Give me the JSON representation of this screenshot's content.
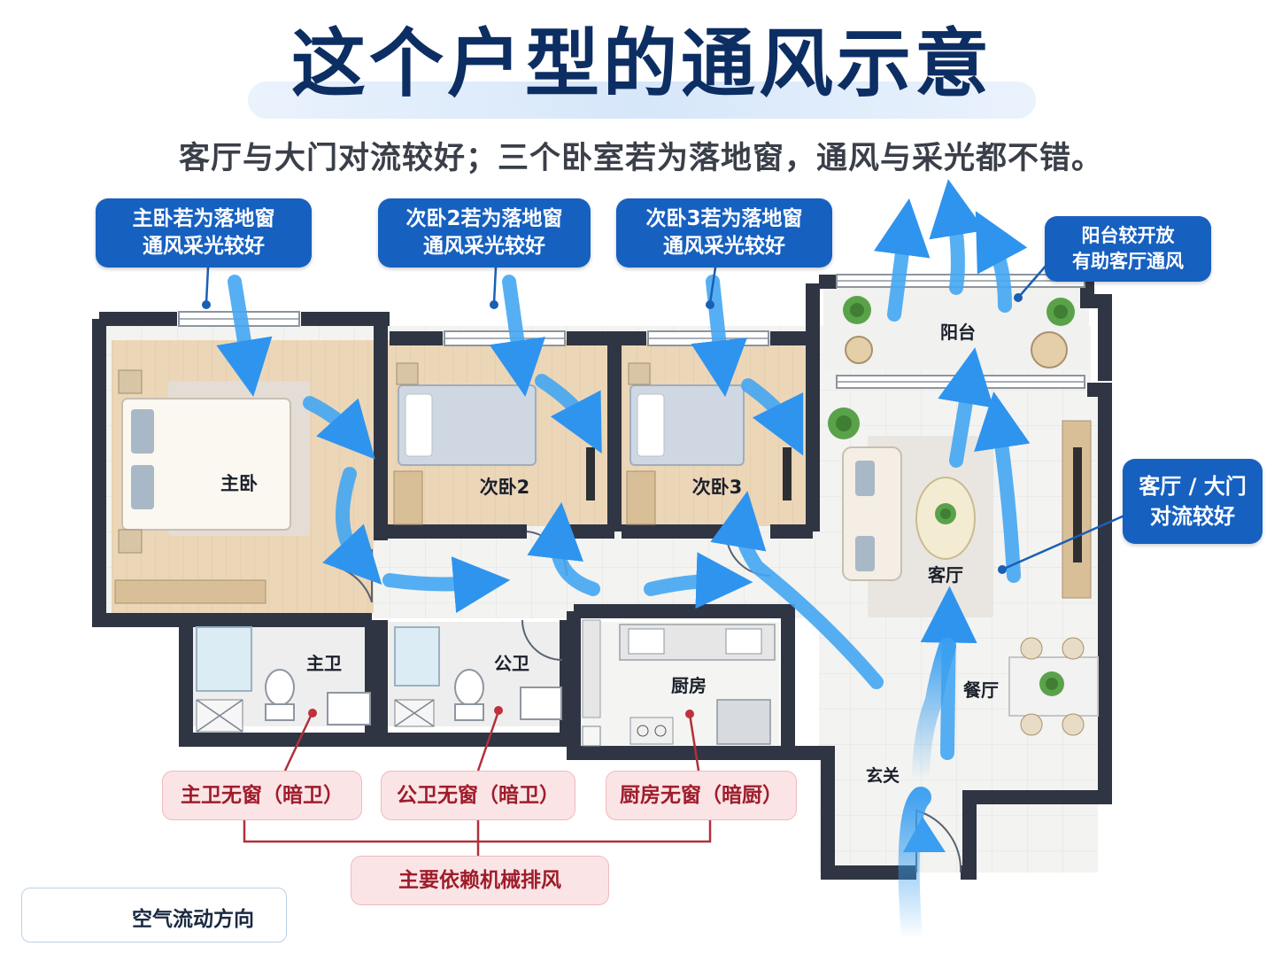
{
  "title": "这个户型的通风示意",
  "subtitle": "客厅与大门对流较好；三个卧室若为落地窗，通风与采光都不错。",
  "callouts": {
    "master": [
      "主卧若为落地窗",
      "通风采光较好"
    ],
    "bed2": [
      "次卧2若为落地窗",
      "通风采光较好"
    ],
    "bed3": [
      "次卧3若为落地窗",
      "通风采光较好"
    ],
    "balcony": [
      "阳台较开放",
      "有助客厅通风"
    ],
    "living": [
      "客厅 / 大门",
      "对流较好"
    ]
  },
  "rooms": {
    "master_bedroom": "主卧",
    "bedroom2": "次卧2",
    "bedroom3": "次卧3",
    "balcony": "阳台",
    "living_room": "客厅",
    "dining_room": "餐厅",
    "entrance": "玄关",
    "master_bath": "主卫",
    "public_bath": "公卫",
    "kitchen": "厨房"
  },
  "warnings": {
    "master_bath": "主卫无窗（暗卫）",
    "public_bath": "公卫无窗（暗卫）",
    "kitchen": "厨房无窗（暗厨）",
    "summary": "主要依赖机械排风"
  },
  "legend": {
    "label": "空气流动方向",
    "icon": "airflow-arrow-icon"
  },
  "colors": {
    "callout": "#1660c0",
    "airflow": "#3a9ff0",
    "wall": "#2f3542",
    "warning": "#c0303f",
    "title": "#0d2e63"
  }
}
